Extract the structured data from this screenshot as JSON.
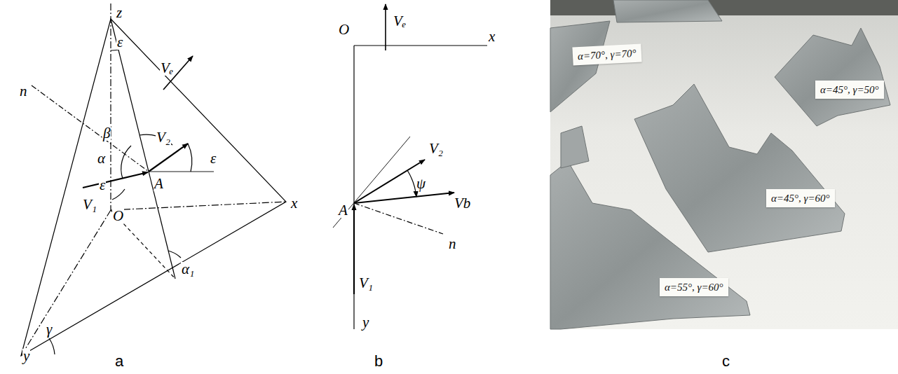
{
  "diagram": {
    "nodes": [
      {
        "text": [
          "α=70°, γ=70°"
        ]
      },
      {
        "text": [
          "α=45°, γ=50°"
        ]
      },
      {
        "text": [
          "α=45°, γ=60°"
        ]
      },
      {
        "text": [
          "α=55°, γ=60°"
        ]
      }
    ],
    "labels": [
      "z",
      "ε",
      "n",
      "Vₑ",
      "β",
      "V₂",
      "ε",
      "α",
      "V₁",
      "A",
      "ε",
      "O",
      "α₁",
      "x",
      "γ",
      "y",
      "Vₑ",
      "O",
      "x",
      "V₂",
      "A",
      "ψ",
      "Vb",
      "n",
      "V₁",
      "y",
      "a",
      "b",
      "c"
    ]
  }
}
